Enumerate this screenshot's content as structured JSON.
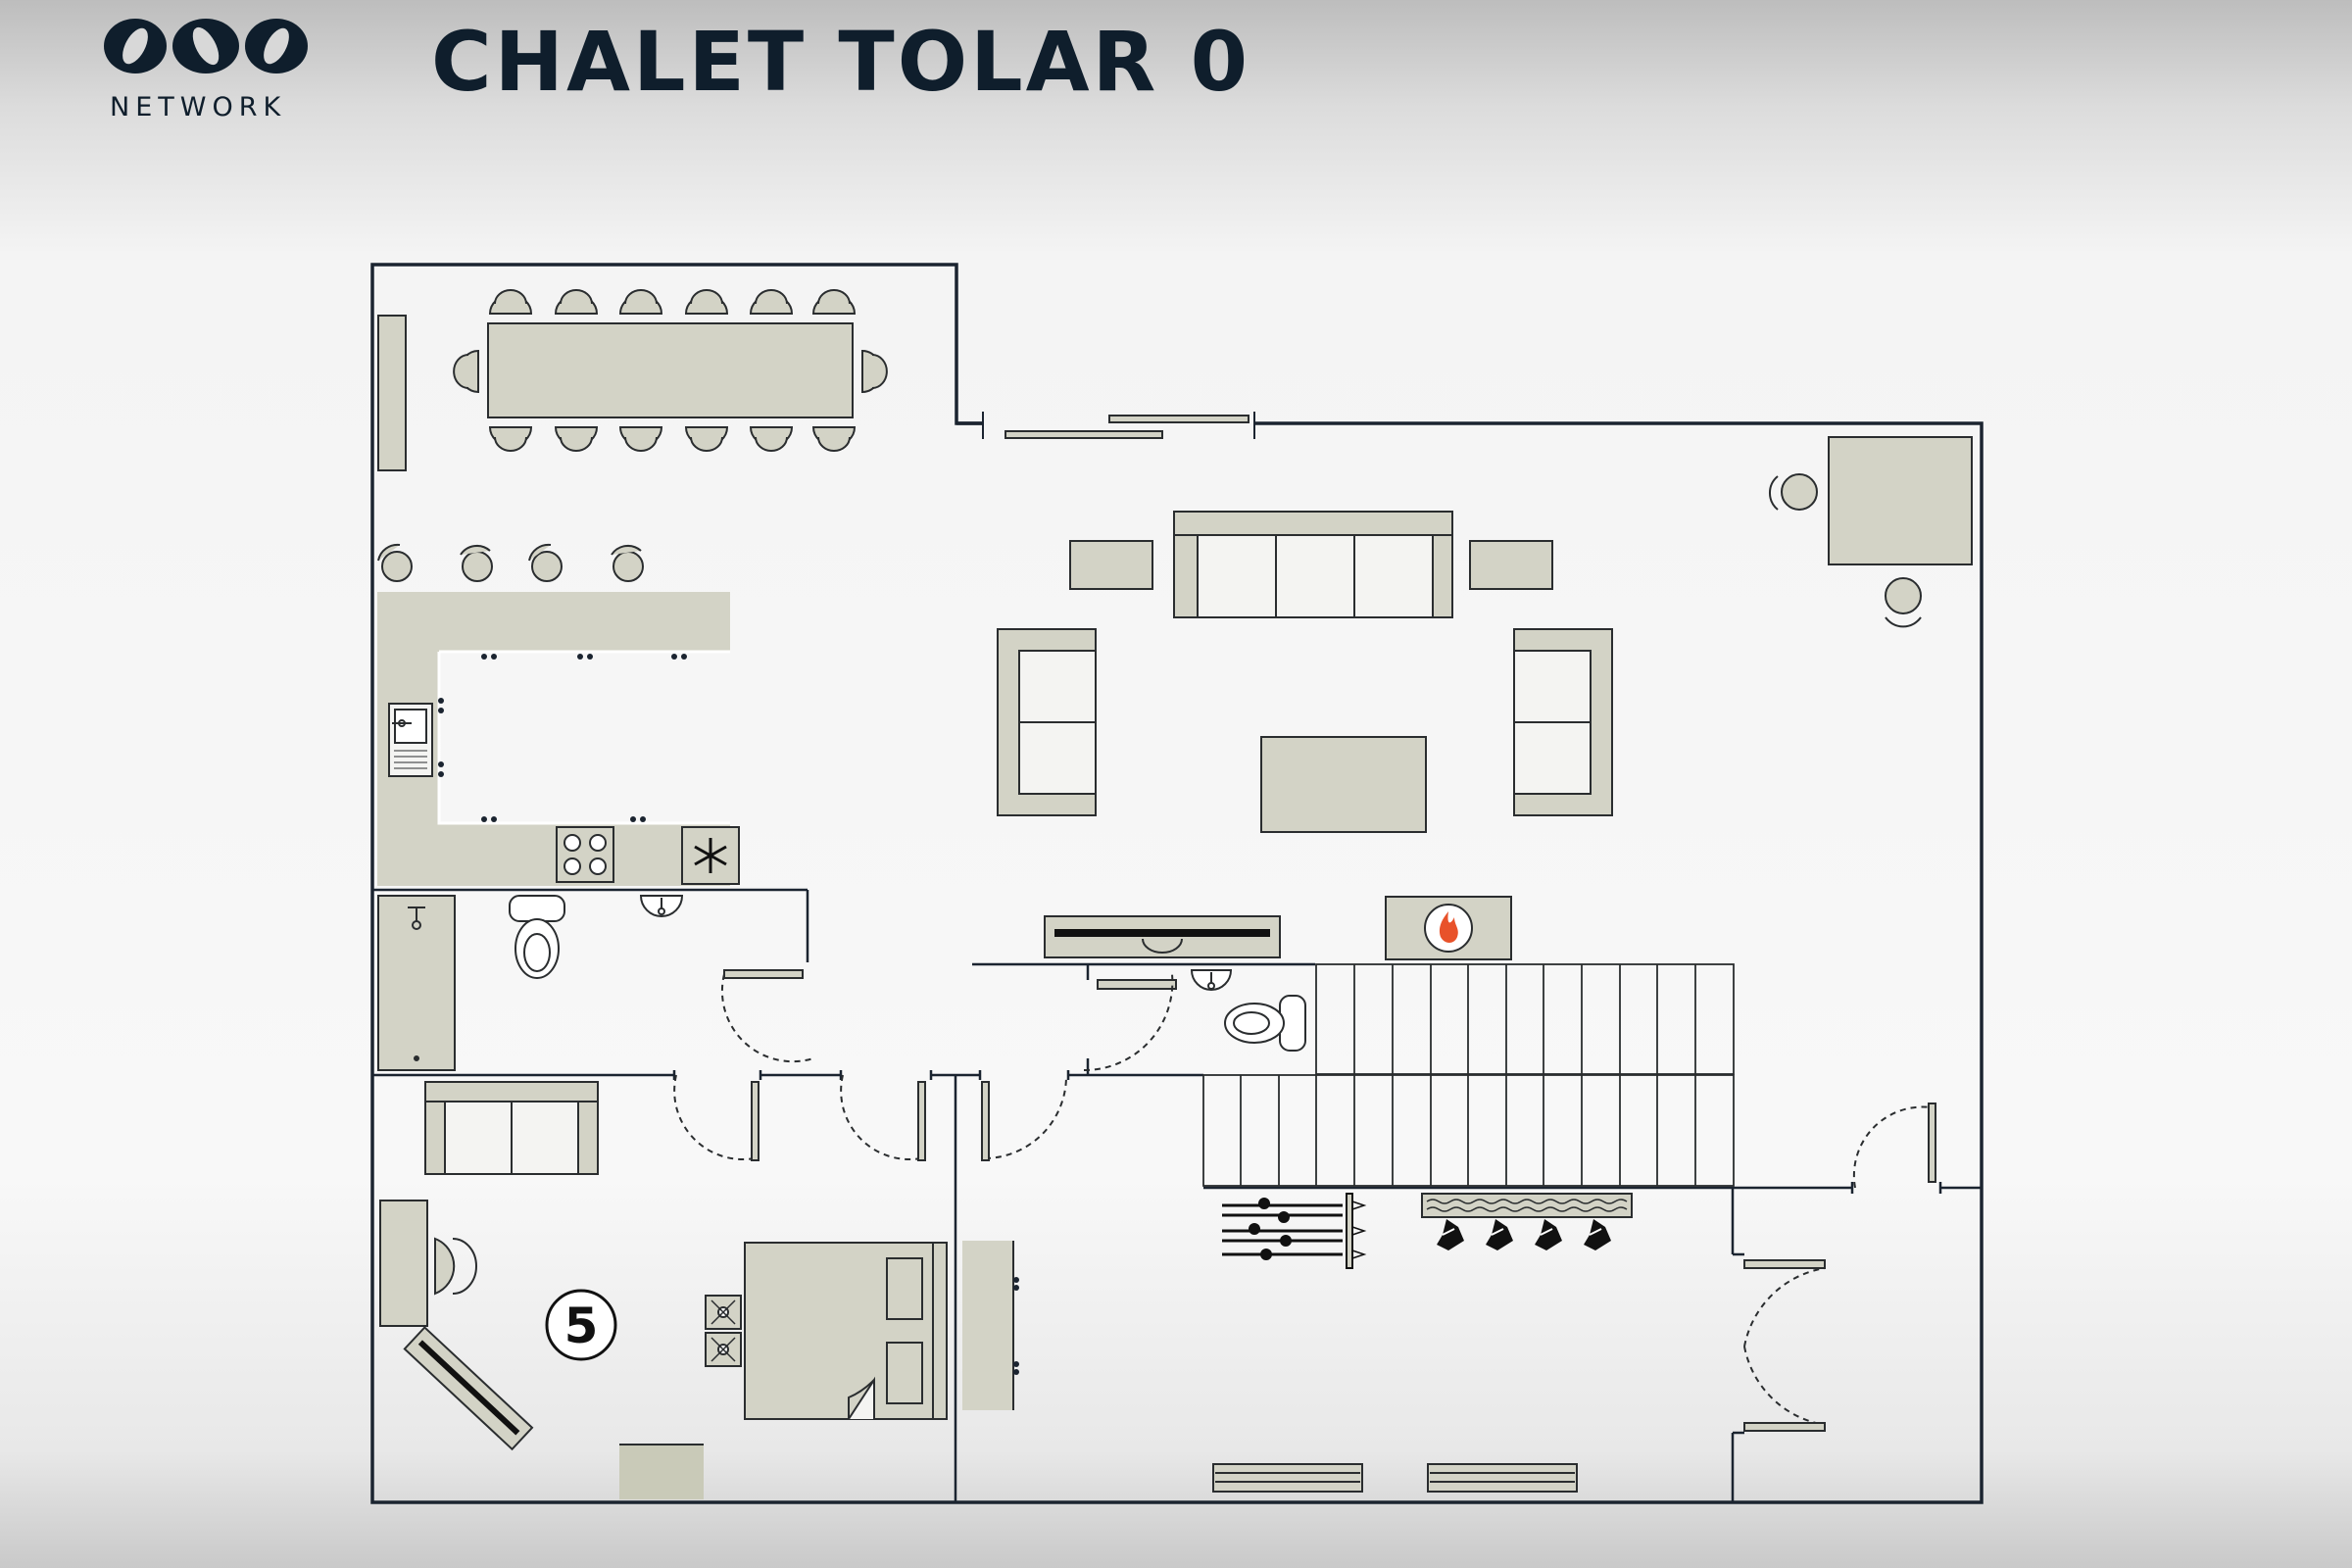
{
  "header": {
    "logo_text": "NETWORK",
    "title": "CHALET TOLAR 0"
  },
  "plan": {
    "room_number": "5",
    "icons": [
      "dining-table-icon",
      "sofa-icon",
      "armchair-icon",
      "coffee-table-icon",
      "kitchen-counter-icon",
      "sink-icon",
      "hob-icon",
      "fridge-snowflake-icon",
      "toilet-icon",
      "bathtub-icon",
      "fireplace-icon",
      "tv-icon",
      "staircase-icon",
      "bed-icon",
      "ski-rack-icon",
      "boot-rack-icon",
      "radiator-icon",
      "door-swing-icon",
      "sliding-door-icon"
    ]
  },
  "colors": {
    "wall": "#1b2430",
    "furniture": "#d3d3c6",
    "furniture_stroke": "#2a2d2f",
    "cushion": "#f4f4f2",
    "fire": "#e8522a",
    "title": "#0f1e2c"
  }
}
